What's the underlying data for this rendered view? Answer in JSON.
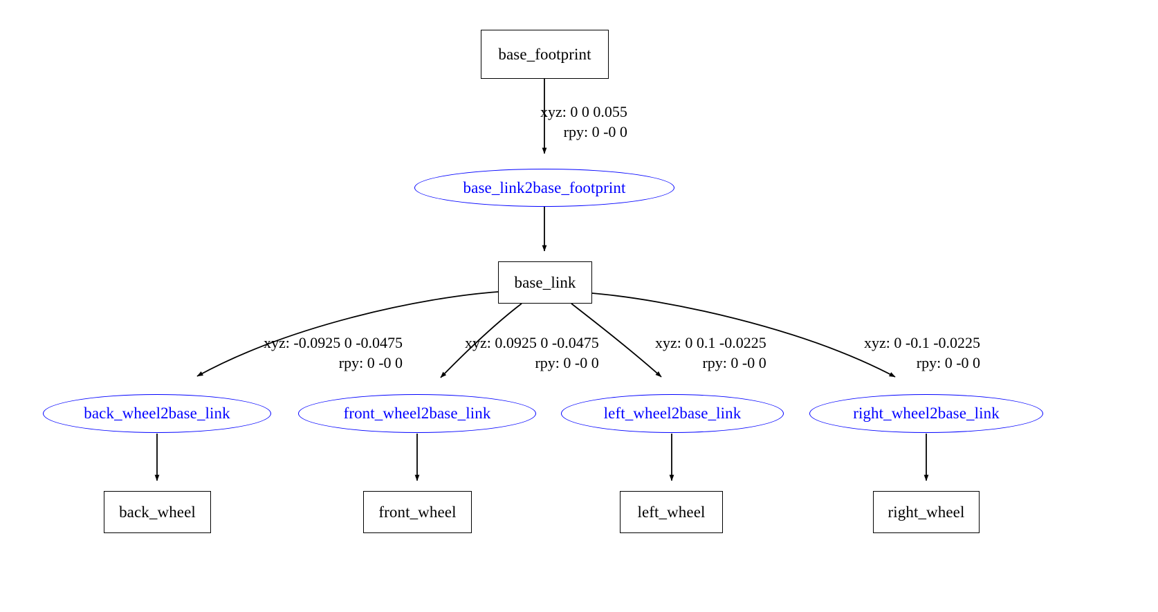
{
  "diagram": {
    "title": "URDF robot link and joint tree",
    "type": "graphviz-digraph",
    "colors": {
      "link_node_stroke": "#000000",
      "link_node_text": "#000000",
      "joint_node_stroke": "#0000ff",
      "joint_node_text": "#0000ff",
      "edge_stroke": "#000000",
      "background": "#ffffff"
    }
  },
  "nodes": {
    "base_footprint": {
      "label": "base_footprint",
      "shape": "box",
      "kind": "link"
    },
    "base_link2base_footprint": {
      "label": "base_link2base_footprint",
      "shape": "ellipse",
      "kind": "joint"
    },
    "base_link": {
      "label": "base_link",
      "shape": "box",
      "kind": "link"
    },
    "back_wheel2base_link": {
      "label": "back_wheel2base_link",
      "shape": "ellipse",
      "kind": "joint"
    },
    "front_wheel2base_link": {
      "label": "front_wheel2base_link",
      "shape": "ellipse",
      "kind": "joint"
    },
    "left_wheel2base_link": {
      "label": "left_wheel2base_link",
      "shape": "ellipse",
      "kind": "joint"
    },
    "right_wheel2base_link": {
      "label": "right_wheel2base_link",
      "shape": "ellipse",
      "kind": "joint"
    },
    "back_wheel": {
      "label": "back_wheel",
      "shape": "box",
      "kind": "link"
    },
    "front_wheel": {
      "label": "front_wheel",
      "shape": "box",
      "kind": "link"
    },
    "left_wheel": {
      "label": "left_wheel",
      "shape": "box",
      "kind": "link"
    },
    "right_wheel": {
      "label": "right_wheel",
      "shape": "box",
      "kind": "link"
    }
  },
  "edges": [
    {
      "from": "base_footprint",
      "to": "base_link2base_footprint",
      "xyz": "xyz: 0 0 0.055",
      "rpy": "rpy: 0 -0 0"
    },
    {
      "from": "base_link2base_footprint",
      "to": "base_link",
      "xyz": "",
      "rpy": ""
    },
    {
      "from": "base_link",
      "to": "back_wheel2base_link",
      "xyz": "xyz: -0.0925 0 -0.0475",
      "rpy": "rpy: 0 -0 0"
    },
    {
      "from": "base_link",
      "to": "front_wheel2base_link",
      "xyz": "xyz: 0.0925 0 -0.0475",
      "rpy": "rpy: 0 -0 0"
    },
    {
      "from": "base_link",
      "to": "left_wheel2base_link",
      "xyz": "xyz: 0 0.1 -0.0225",
      "rpy": "rpy: 0 -0 0"
    },
    {
      "from": "base_link",
      "to": "right_wheel2base_link",
      "xyz": "xyz: 0 -0.1 -0.0225",
      "rpy": "rpy: 0 -0 0"
    },
    {
      "from": "back_wheel2base_link",
      "to": "back_wheel",
      "xyz": "",
      "rpy": ""
    },
    {
      "from": "front_wheel2base_link",
      "to": "front_wheel",
      "xyz": "",
      "rpy": ""
    },
    {
      "from": "left_wheel2base_link",
      "to": "left_wheel",
      "xyz": "",
      "rpy": ""
    },
    {
      "from": "right_wheel2base_link",
      "to": "right_wheel",
      "xyz": "",
      "rpy": ""
    }
  ]
}
